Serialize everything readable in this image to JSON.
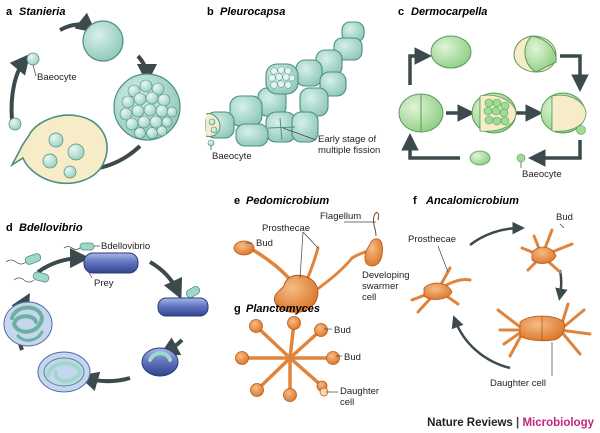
{
  "panels": {
    "a": {
      "letter": "a",
      "title": "Stanieria",
      "labels": {
        "baeocyte": "Baeocyte"
      }
    },
    "b": {
      "letter": "b",
      "title": "Pleurocapsa",
      "labels": {
        "early_stage_1": "Early stage of",
        "early_stage_2": "multiple fission",
        "baeocyte": "Baeocyte"
      }
    },
    "c": {
      "letter": "c",
      "title": "Dermocarpella",
      "labels": {
        "baeocyte": "Baeocyte"
      }
    },
    "d": {
      "letter": "d",
      "title": "Bdellovibrio",
      "labels": {
        "bdellovibrio": "Bdellovibrio",
        "prey": "Prey"
      }
    },
    "e": {
      "letter": "e",
      "title": "Pedomicrobium",
      "labels": {
        "flagellum": "Flagellum",
        "prosthecae": "Prosthecae",
        "bud": "Bud",
        "developing_1": "Developing",
        "developing_2": "swarmer",
        "developing_3": "cell"
      }
    },
    "f": {
      "letter": "f",
      "title": "Ancalomicrobium",
      "labels": {
        "bud": "Bud",
        "prosthecae": "Prosthecae",
        "daughter": "Daughter cell"
      }
    },
    "g": {
      "letter": "g",
      "title": "Planctomyces",
      "labels": {
        "bud_1": "Bud",
        "bud_2": "Bud",
        "daughter_1": "Daughter",
        "daughter_2": "cell"
      }
    }
  },
  "footer": {
    "journal": "Nature Reviews",
    "separator": " | ",
    "section": "Microbiology"
  },
  "colors": {
    "cell_fill": "#a8d8cc",
    "cell_stroke": "#4c8f82",
    "vesicle_fill": "#f7ecc8",
    "arrow": "#3d4a4d",
    "prey_fill": "#5a6fb8",
    "prosthecate": "#e0843c",
    "journal_accent": "#c0267a"
  }
}
